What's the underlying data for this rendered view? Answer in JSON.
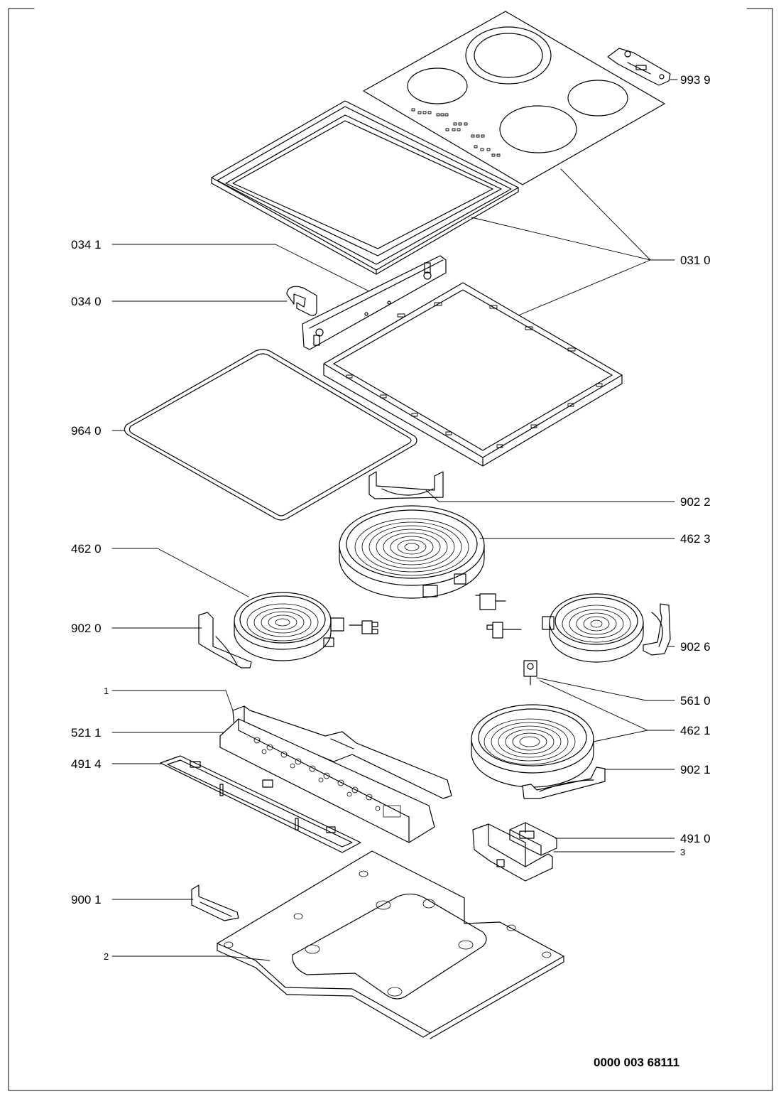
{
  "diagram": {
    "document_number": "0000 003 68111",
    "parts": [
      {
        "id": "glass-ceramic-top",
        "label": "993 9"
      },
      {
        "id": "top-frame",
        "label": "031 0"
      },
      {
        "id": "bracket-strip",
        "label": "034 1"
      },
      {
        "id": "clip",
        "label": "034 0"
      },
      {
        "id": "seal-gasket",
        "label": "964 0"
      },
      {
        "id": "heater-bracket-top",
        "label": "902 2"
      },
      {
        "id": "heater-large",
        "label": "462 3"
      },
      {
        "id": "heater-left",
        "label": "462 0"
      },
      {
        "id": "heater-bracket-left",
        "label": "902 0"
      },
      {
        "id": "heater-bracket-right",
        "label": "902 6"
      },
      {
        "id": "connector",
        "label": "561 0"
      },
      {
        "id": "channel-bracket",
        "label": "1"
      },
      {
        "id": "control-board",
        "label": "521 1"
      },
      {
        "id": "board-cover",
        "label": "491 4"
      },
      {
        "id": "heater-bracket-bottom",
        "label": "902 1"
      },
      {
        "id": "heater-right-group",
        "label": "462 1"
      },
      {
        "id": "terminal-block",
        "label": "491 0"
      },
      {
        "id": "terminal-bracket",
        "label": "3"
      },
      {
        "id": "foot-clip",
        "label": "900 1"
      },
      {
        "id": "bottom-tray",
        "label": "2"
      }
    ]
  }
}
